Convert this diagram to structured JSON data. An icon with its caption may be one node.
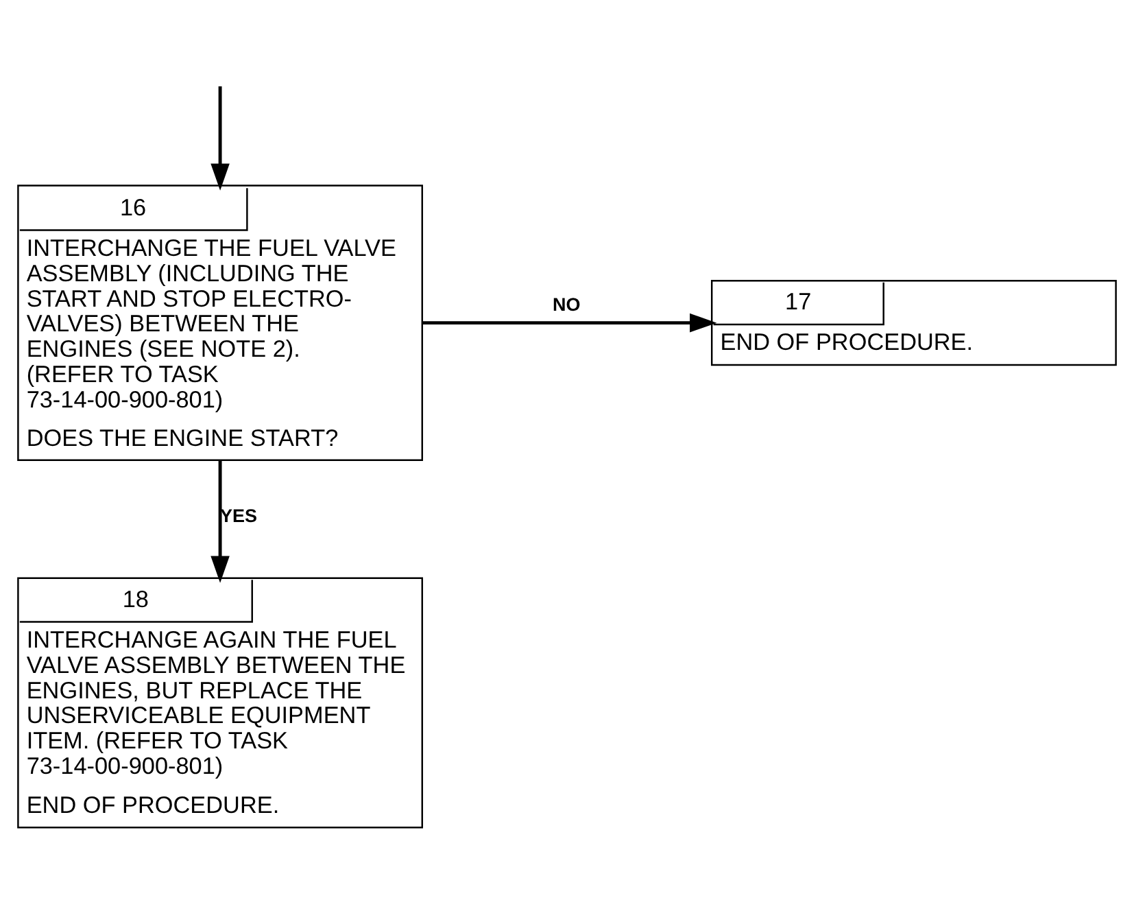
{
  "diagram": {
    "nodes": [
      {
        "text": [
          "16",
          "INTERCHANGE THE FUEL VALVE ASSEMBLY (INCLUDING THE START AND STOP ELECTRO-VALVES) BETWEEN THE ENGINES (SEE NOTE 2). (REFER TO TASK 73-14-00-900-801)",
          "DOES THE ENGINE START?"
        ]
      },
      {
        "text": [
          "17",
          "END OF PROCEDURE."
        ]
      },
      {
        "text": [
          "18",
          "INTERCHANGE AGAIN THE FUEL VALVE ASSEMBLY BETWEEN THE ENGINES, BUT REPLACE THE UNSERVICEABLE EQUIPMENT ITEM. (REFER TO TASK 73-14-00-900-801)",
          "END OF PROCEDURE."
        ]
      }
    ],
    "edges": [
      {
        "from": null,
        "to": 0,
        "arrow": "to"
      },
      {
        "from": 0,
        "to": 1,
        "label": "NO",
        "arrow": "to"
      },
      {
        "from": 0,
        "to": 2,
        "label": "YES",
        "arrow": "to"
      }
    ]
  }
}
